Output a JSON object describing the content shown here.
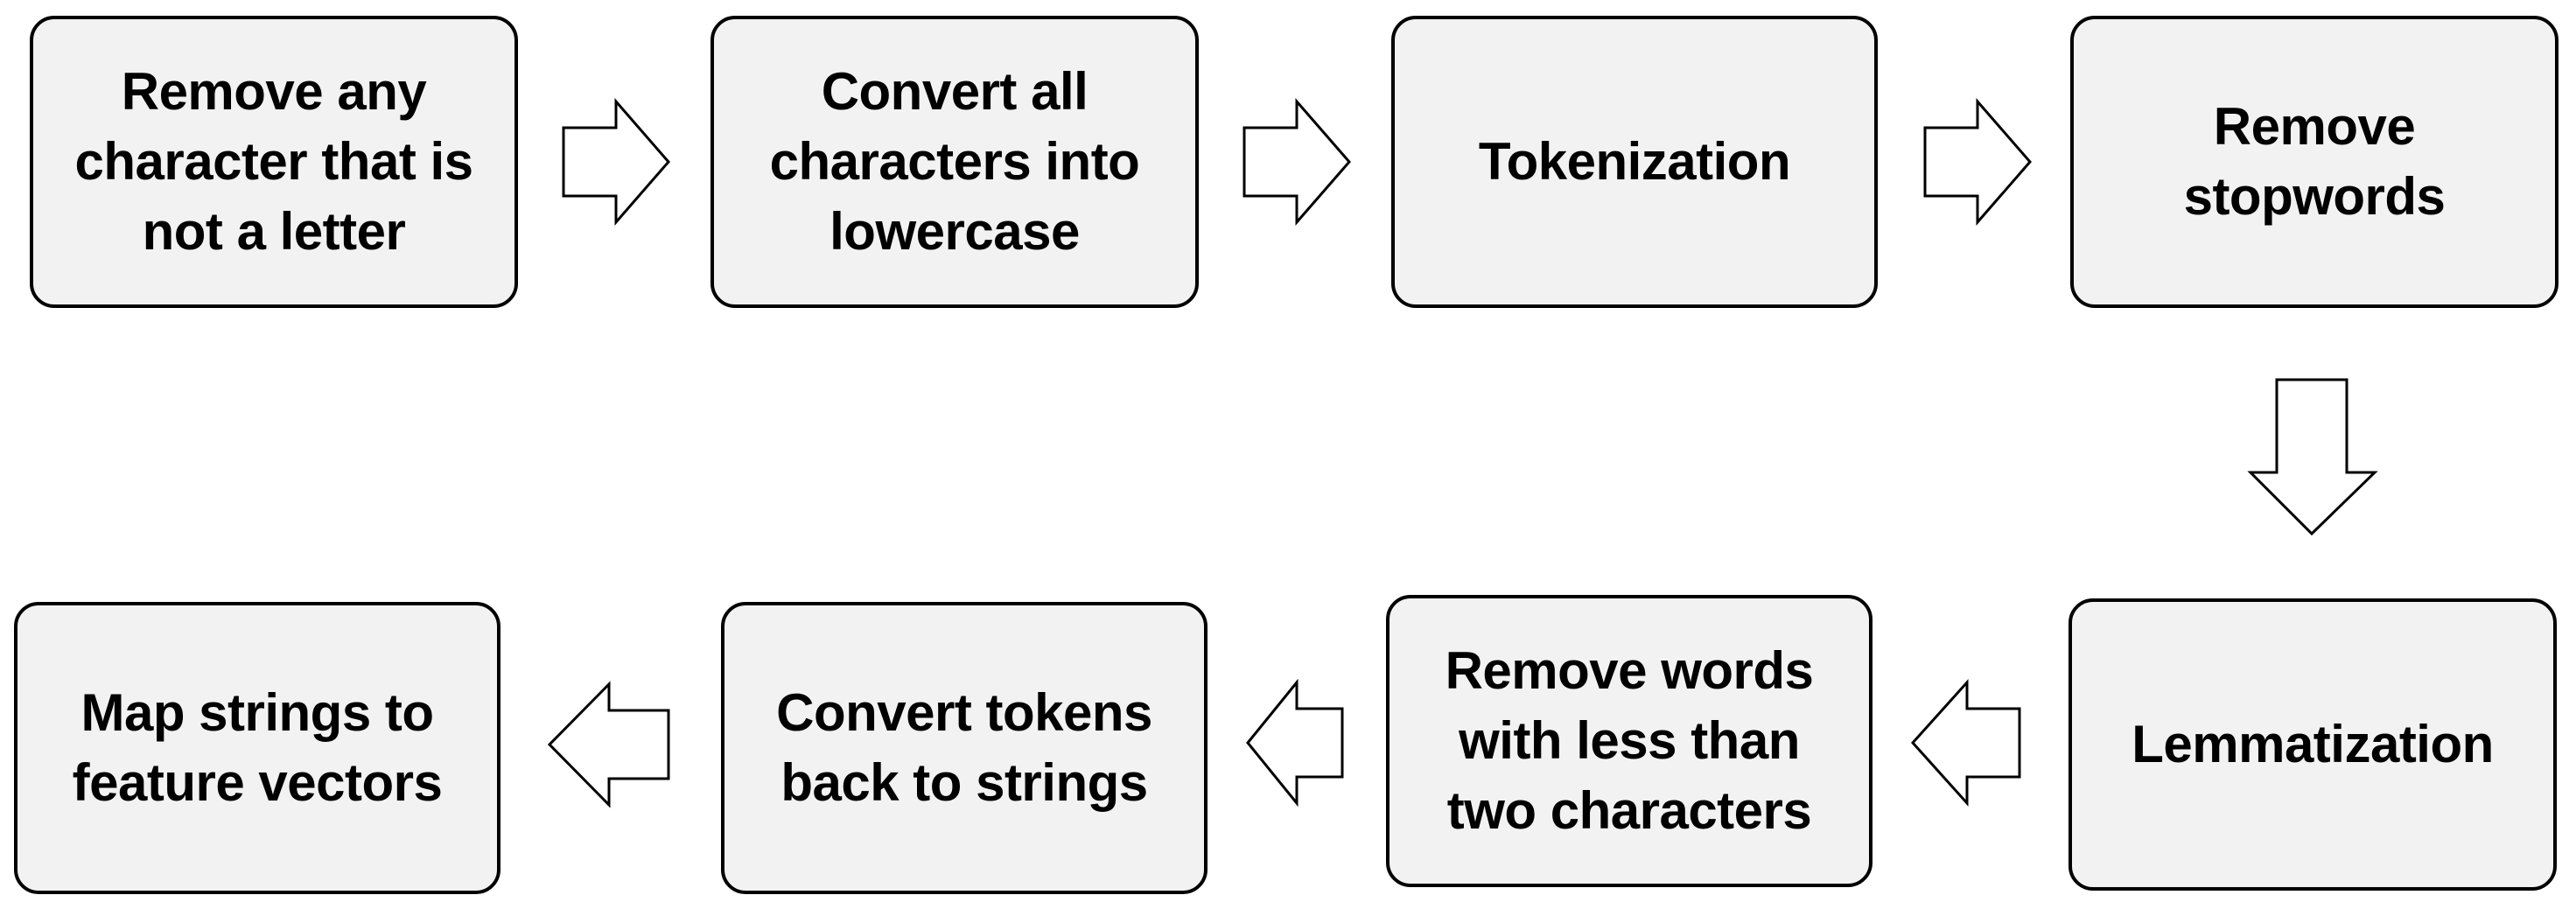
{
  "steps": [
    {
      "label": "Remove any\ncharacter that is\nnot a letter"
    },
    {
      "label": "Convert all\ncharacters into\nlowercase"
    },
    {
      "label": "Tokenization"
    },
    {
      "label": "Remove\nstopwords"
    },
    {
      "label": "Lemmatization"
    },
    {
      "label": "Remove words\nwith less than\ntwo characters"
    },
    {
      "label": "Convert tokens\nback to strings"
    },
    {
      "label": "Map strings to\nfeature vectors"
    }
  ],
  "colors": {
    "box_fill": "#f2f2f2",
    "box_border": "#000000",
    "arrow_fill": "#ffffff",
    "text": "#000000"
  }
}
